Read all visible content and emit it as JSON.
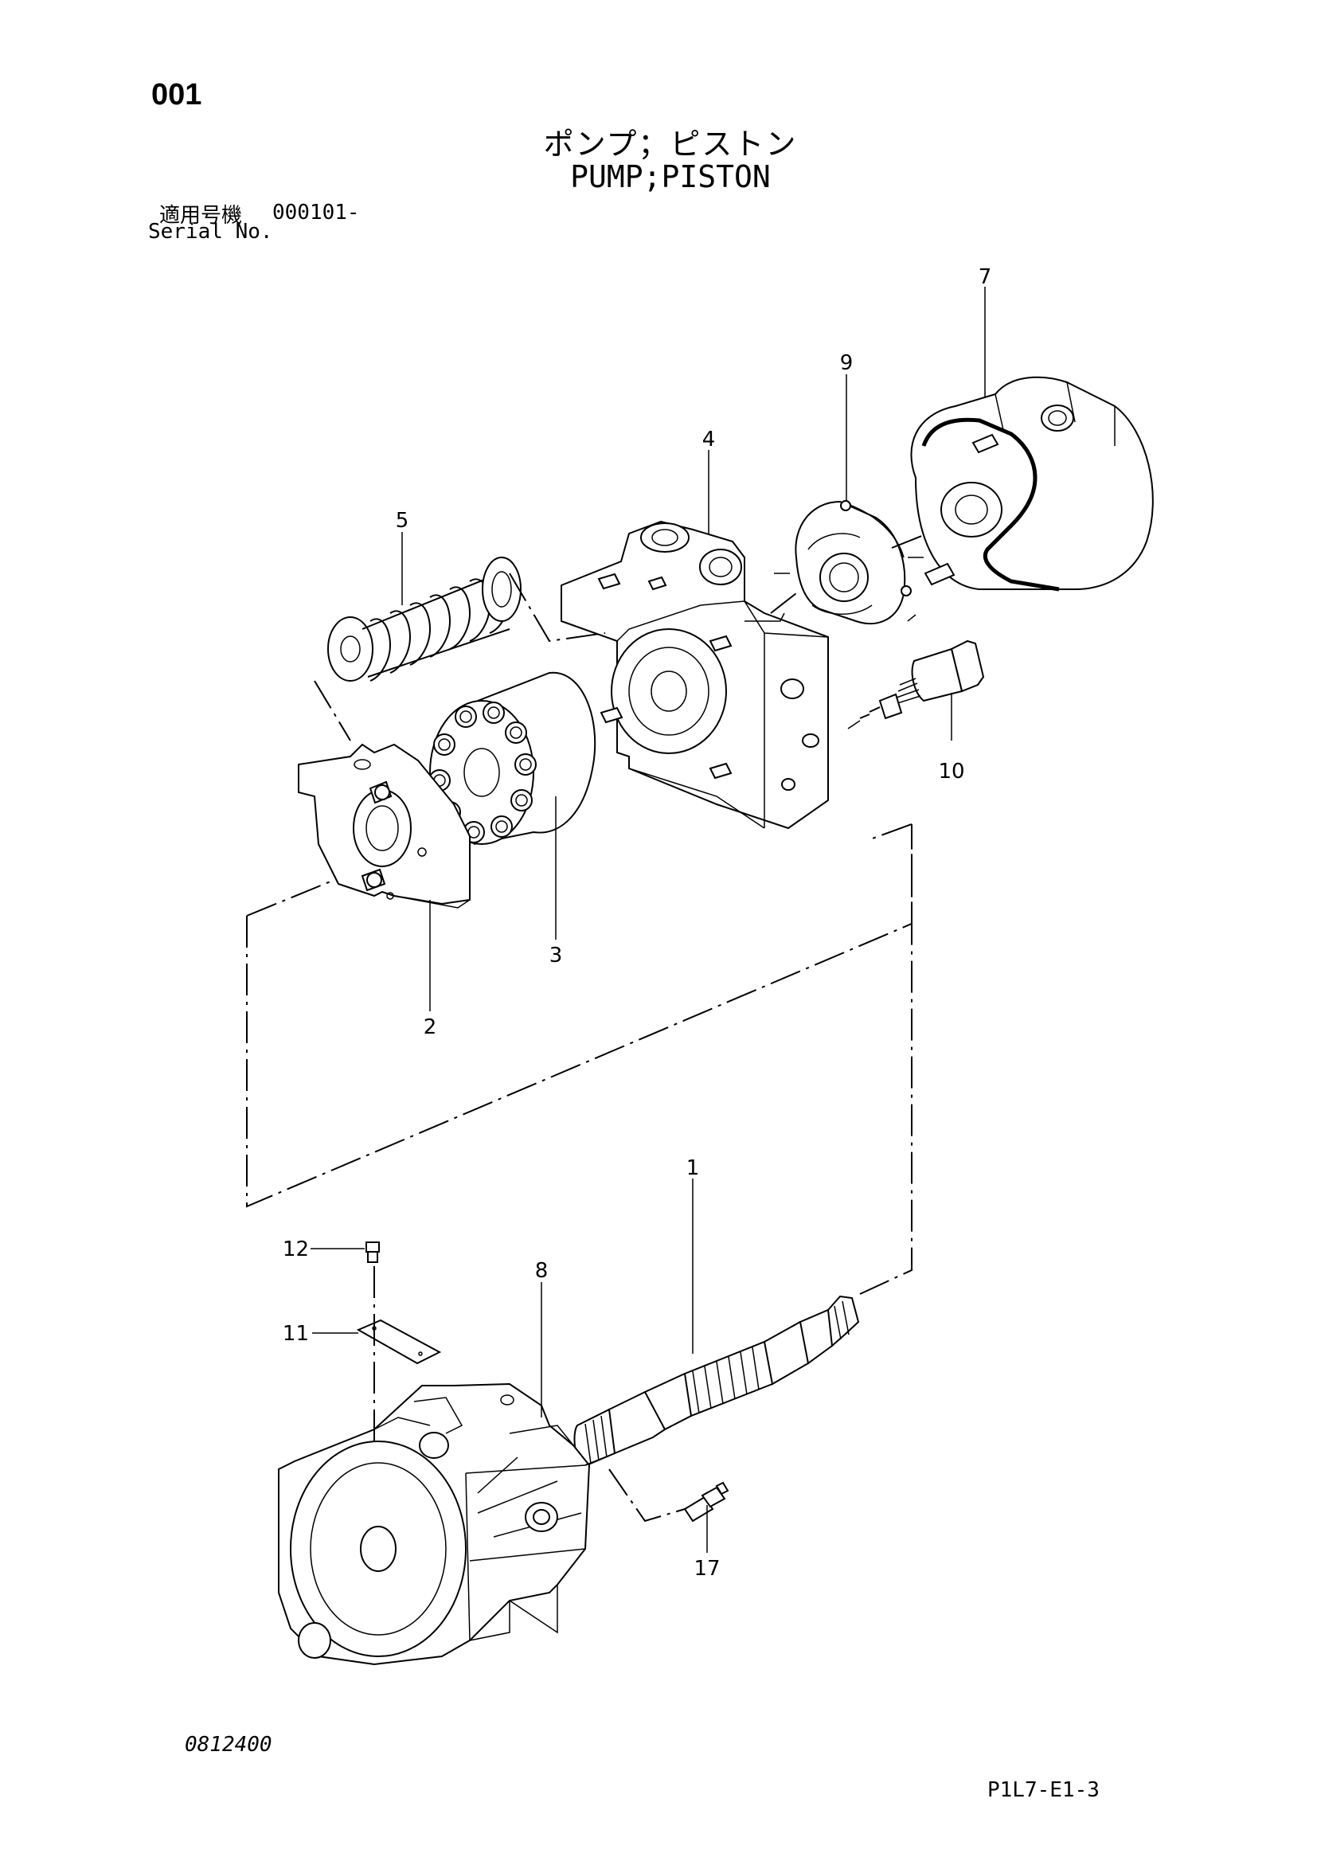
{
  "header": {
    "page_number": "001",
    "title_japanese": "ポンプ；ピストン",
    "title_english": "PUMP;PISTON",
    "serial_label_japanese": "適用号機",
    "serial_value": "000101-",
    "serial_label_english": "Serial No."
  },
  "callouts": [
    "1",
    "2",
    "3",
    "4",
    "5",
    "7",
    "8",
    "9",
    "10",
    "11",
    "12",
    "17"
  ],
  "footer": {
    "diagram_code": "0812400",
    "page_code": "P1L7-E1-3"
  }
}
